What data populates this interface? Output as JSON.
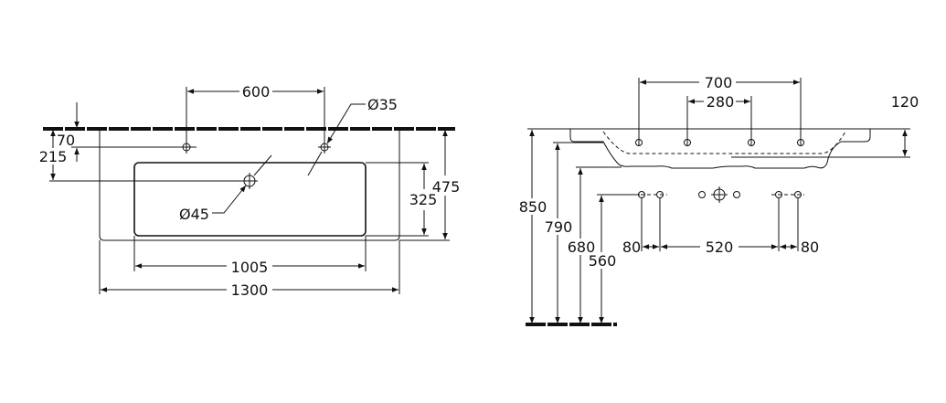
{
  "top_view": {
    "hole_spacing": "600",
    "tap_hole_diameter": "Ø35",
    "wall_to_tap_hole": "70",
    "wall_to_drain": "215",
    "drain_diameter": "Ø45",
    "bowl_depth": "325",
    "overall_depth": "475",
    "bowl_width": "1005",
    "overall_width": "1300"
  },
  "side_view": {
    "outer_hole_spacing": "700",
    "inner_hole_spacing": "280",
    "basin_height": "120",
    "rim_height": "850",
    "underside_height": "790",
    "bottom_height": "680",
    "supply_height": "560",
    "supply_left_spacing": "80",
    "supply_center_spacing": "520",
    "supply_right_spacing": "80"
  }
}
